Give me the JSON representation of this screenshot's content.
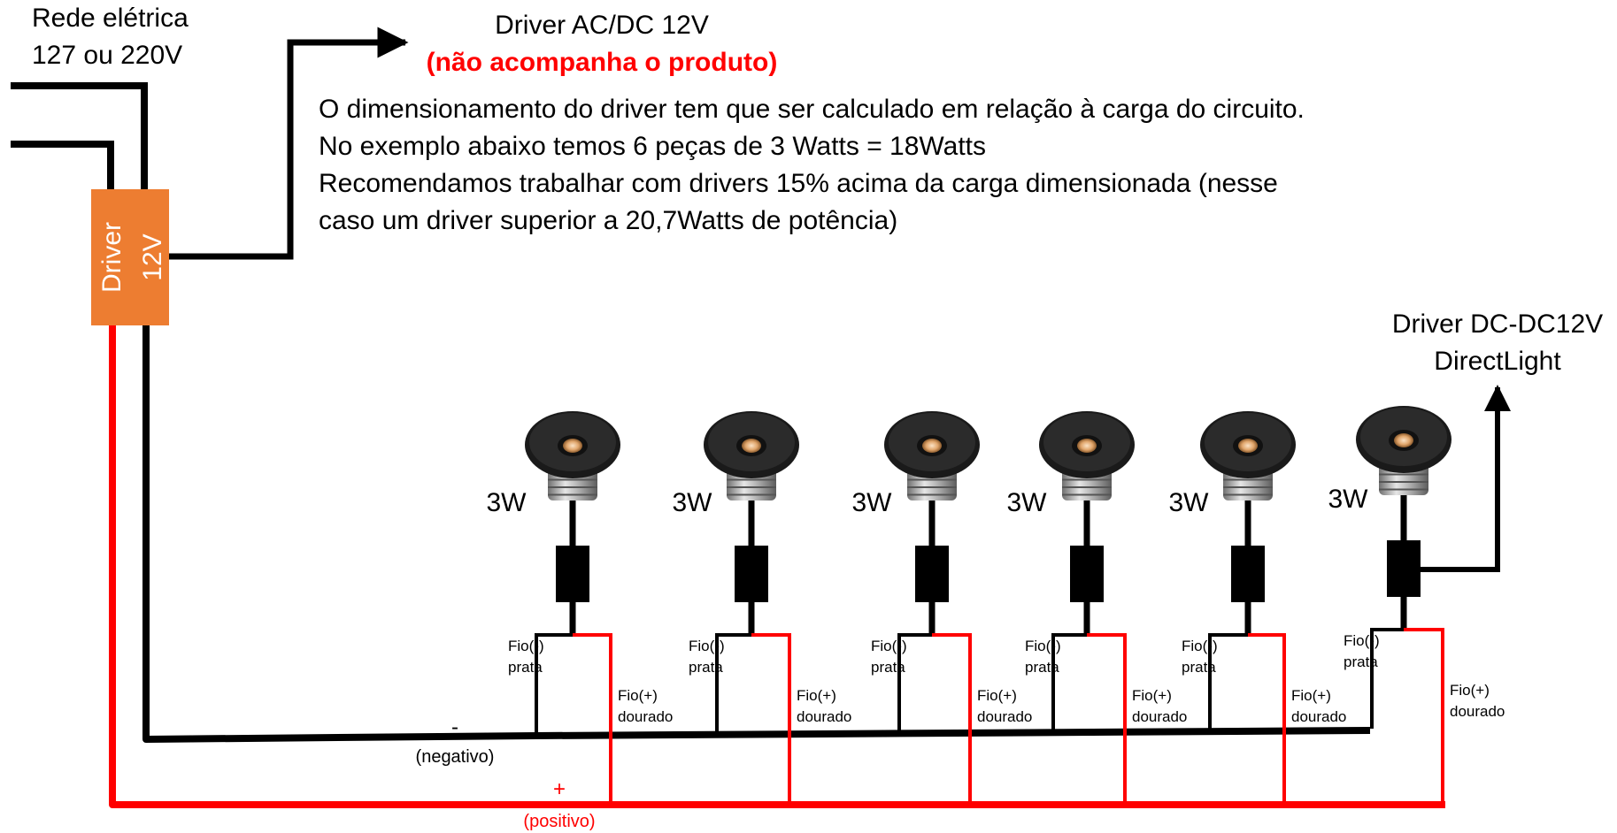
{
  "mains": {
    "line1": "Rede elétrica",
    "line2": "127 ou 220V"
  },
  "driver_box": {
    "label_line1": "Driver",
    "label_line2": "12V",
    "color": "#ed7d31"
  },
  "acdc": {
    "title": "Driver AC/DC 12V",
    "warning": "(não acompanha o produto)"
  },
  "description": {
    "line1": "O dimensionamento do driver tem que ser calculado em relação à carga do circuito.",
    "line2": "No exemplo abaixo temos 6 peças de 3 Watts = 18Watts",
    "line3": "Recomendamos trabalhar com drivers 15% acima da carga dimensionada (nesse",
    "line4": "caso um driver superior a 20,7Watts de potência)"
  },
  "dcdc": {
    "line1": "Driver DC-DC12V",
    "line2": "DirectLight"
  },
  "lamps": [
    {
      "power": "3W",
      "neg_wire_1": "Fio(-)",
      "neg_wire_2": "prata",
      "pos_wire_1": "Fio(+)",
      "pos_wire_2": "dourado"
    },
    {
      "power": "3W",
      "neg_wire_1": "Fio(-)",
      "neg_wire_2": "prata",
      "pos_wire_1": "Fio(+)",
      "pos_wire_2": "dourado"
    },
    {
      "power": "3W",
      "neg_wire_1": "Fio(-)",
      "neg_wire_2": "prata",
      "pos_wire_1": "Fio(+)",
      "pos_wire_2": "dourado"
    },
    {
      "power": "3W",
      "neg_wire_1": "Fio(-)",
      "neg_wire_2": "prata",
      "pos_wire_1": "Fio(+)",
      "pos_wire_2": "dourado"
    },
    {
      "power": "3W",
      "neg_wire_1": "Fio(-)",
      "neg_wire_2": "prata",
      "pos_wire_1": "Fio(+)",
      "pos_wire_2": "dourado"
    },
    {
      "power": "3W",
      "neg_wire_1": "Fio(-)",
      "neg_wire_2": "prata",
      "pos_wire_1": "Fio(+)",
      "pos_wire_2": "dourado"
    }
  ],
  "negative": {
    "sign": "-",
    "label": "(negativo)"
  },
  "positive": {
    "sign": "+",
    "label": "(positivo)"
  },
  "colors": {
    "wire_negative": "#000000",
    "wire_positive": "#ff0000",
    "led_glow": "#e8b98a"
  }
}
